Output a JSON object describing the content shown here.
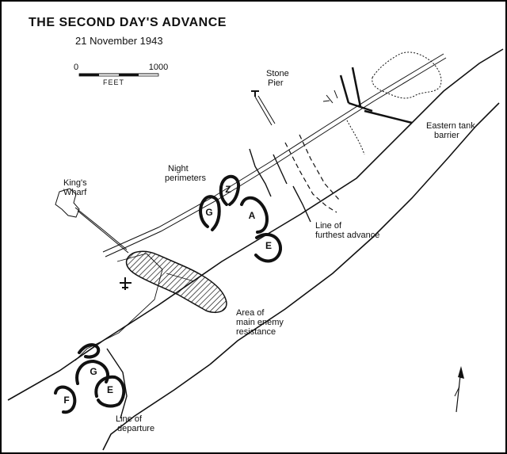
{
  "map": {
    "title": "THE SECOND DAY'S ADVANCE",
    "date": "21 November 1943",
    "scale": {
      "start": "0",
      "end": "1000",
      "unit": "FEET"
    },
    "labels": {
      "stone_pier": [
        "Stone",
        "Pier"
      ],
      "kings_wharf": [
        "King's",
        "Wharf"
      ],
      "night_perimeters": [
        "Night",
        "perimeters"
      ],
      "eastern_tank_barrier": [
        "Eastern tank",
        "barrier"
      ],
      "line_of_furthest_advance": [
        "Line of",
        "furthest advance"
      ],
      "area_of_main_enemy_resistance": [
        "Area of",
        "main enemy",
        "resistance"
      ],
      "line_of_departure": [
        "Line of",
        "departure"
      ]
    },
    "units": {
      "z": "Z",
      "g_upper": "G",
      "a": "A",
      "e_upper": "E",
      "g_lower": "G",
      "e_lower": "E",
      "f": "F"
    },
    "colors": {
      "ink": "#111111",
      "paper": "#ffffff",
      "frame": "#000000"
    },
    "icons": [
      "north-arrow-icon",
      "aircraft-wreck-icon"
    ]
  }
}
